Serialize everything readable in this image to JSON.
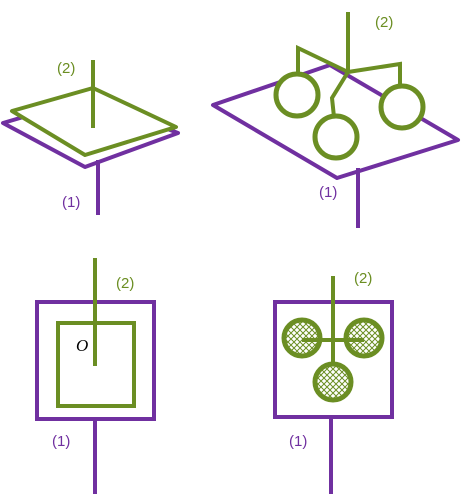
{
  "colors": {
    "purple": "#7030A0",
    "green": "#6B8E23",
    "hatch": "#6B8E23",
    "background": "#FFFFFF"
  },
  "labels": {
    "tl_2": "(2)",
    "tl_1": "(1)",
    "tr_2": "(2)",
    "tr_1": "(1)",
    "bl_2": "(2)",
    "bl_1": "(1)",
    "bl_origin": "O",
    "br_2": "(2)",
    "br_1": "(1)"
  }
}
